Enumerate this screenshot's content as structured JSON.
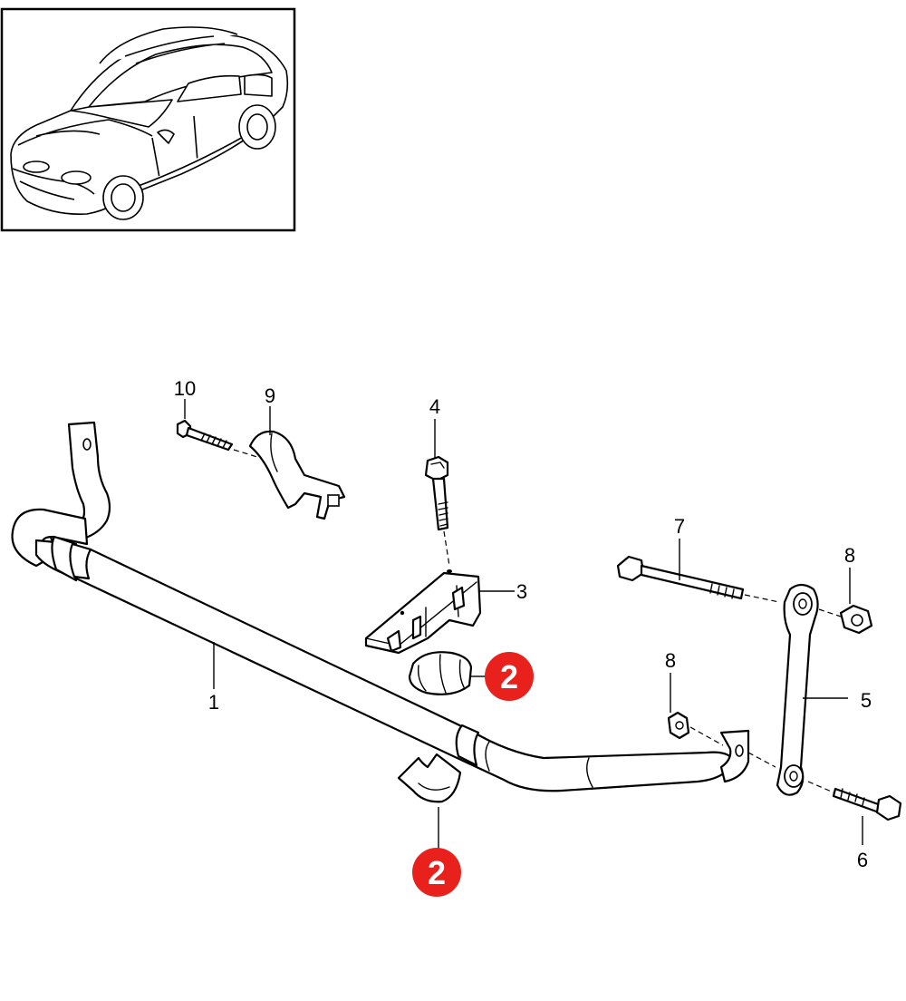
{
  "diagram": {
    "callouts": [
      {
        "id": "c1",
        "label": "1"
      },
      {
        "id": "c3",
        "label": "3"
      },
      {
        "id": "c4",
        "label": "4"
      },
      {
        "id": "c5",
        "label": "5"
      },
      {
        "id": "c6",
        "label": "6"
      },
      {
        "id": "c7",
        "label": "7"
      },
      {
        "id": "c8a",
        "label": "8"
      },
      {
        "id": "c8b",
        "label": "8"
      },
      {
        "id": "c9",
        "label": "9"
      },
      {
        "id": "c10",
        "label": "10"
      }
    ],
    "highlights": [
      {
        "id": "h2a",
        "label": "2"
      },
      {
        "id": "h2b",
        "label": "2"
      }
    ],
    "highlight_color": "#e8211d"
  }
}
